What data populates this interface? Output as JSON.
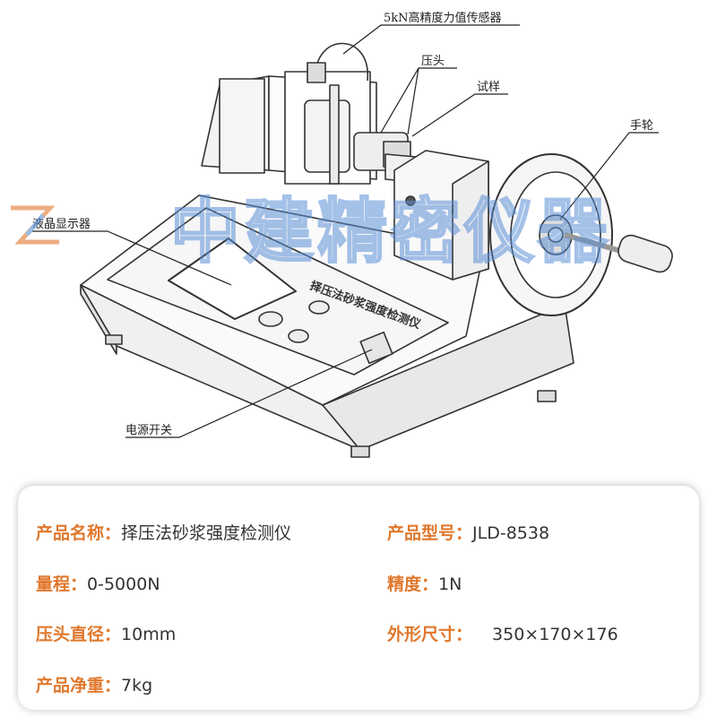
{
  "callouts": {
    "sensor": "5kN高精度力值传感器",
    "press_head": "压头",
    "specimen": "试样",
    "handwheel": "手轮",
    "lcd": "液晶显示器",
    "power_switch": "电源开关"
  },
  "device_panel_title": "择压法砂浆强度检测仪",
  "watermark": "中建精密仪器",
  "colors": {
    "label": "#e0782c",
    "value": "#333333",
    "watermark": "#5b8fd6"
  },
  "specs": [
    {
      "label": "产品名称：",
      "value": "择压法砂浆强度检测仪"
    },
    {
      "label": "产品型号：",
      "value": "JLD-8538"
    },
    {
      "label": "量程：",
      "value": "0-5000N"
    },
    {
      "label": "精度：",
      "value": "1N"
    },
    {
      "label": "压头直径：",
      "value": "10mm"
    },
    {
      "label": "外形尺寸：",
      "value": "350×170×176"
    },
    {
      "label": "产品净重：",
      "value": "7kg"
    }
  ]
}
